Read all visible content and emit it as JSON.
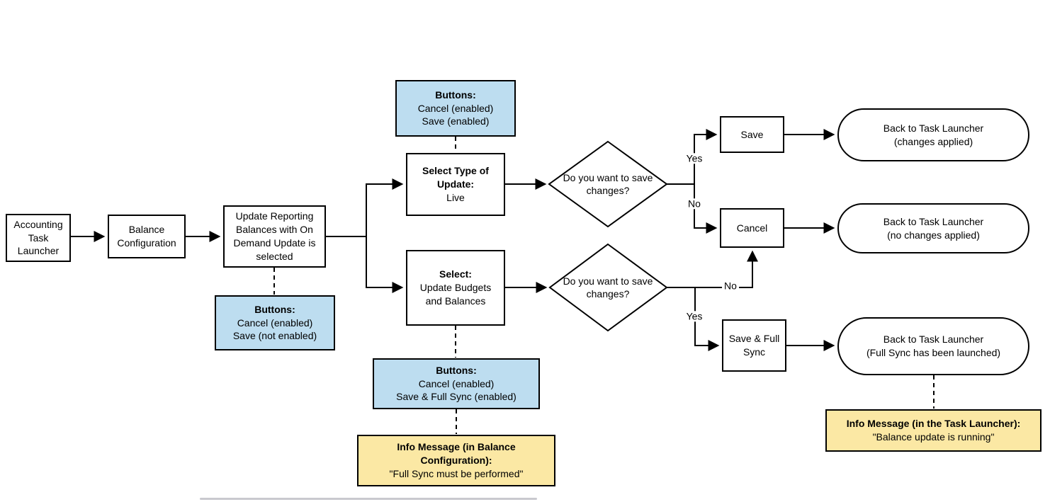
{
  "nodes": {
    "accounting": {
      "label": "Accounting Task Launcher"
    },
    "balance_config": {
      "label": "Balance Configuration"
    },
    "update_reporting": {
      "label": "Update Reporting Balances with On Demand Update is selected"
    },
    "note_buttons_save_disabled": {
      "title": "Buttons:",
      "lines": [
        "Cancel (enabled)",
        "Save (not enabled)"
      ]
    },
    "note_buttons_save_enabled": {
      "title": "Buttons:",
      "lines": [
        "Cancel (enabled)",
        "Save (enabled)"
      ]
    },
    "note_buttons_full_sync": {
      "title": "Buttons:",
      "lines": [
        "Cancel (enabled)",
        "Save & Full Sync (enabled)"
      ]
    },
    "select_type": {
      "title": "Select Type of Update:",
      "value": "Live"
    },
    "select_budgets": {
      "title": "Select:",
      "value": "Update Budgets and Balances"
    },
    "decision_live": {
      "label": "Do you want to save changes?"
    },
    "decision_budgets": {
      "label": "Do you want to save changes?"
    },
    "save_btn": {
      "label": "Save"
    },
    "cancel_btn": {
      "label": "Cancel"
    },
    "save_full_sync_btn": {
      "label": "Save & Full Sync"
    },
    "end_changes_applied": {
      "lines": [
        "Back to Task Launcher",
        "(changes applied)"
      ]
    },
    "end_no_changes": {
      "lines": [
        "Back to Task Launcher",
        "(no changes applied)"
      ]
    },
    "end_full_sync": {
      "lines": [
        "Back to Task Launcher",
        "(Full Sync has been launched)"
      ]
    },
    "info_balance": {
      "title": "Info Message (in Balance Configuration):",
      "message": "\"Full Sync must be performed\""
    },
    "info_launcher": {
      "title": "Info Message (in the Task Launcher):",
      "message": "\"Balance update is running\""
    }
  },
  "edge_labels": {
    "yes_save": "Yes",
    "no_cancel": "No",
    "no_to_cancel": "No",
    "yes_full_sync": "Yes"
  },
  "colors": {
    "note_blue": "#BDDDF0",
    "note_yellow": "#FBE8A4",
    "shape_border": "#000000",
    "line": "#000000",
    "canvas": "#FFFFFF",
    "divider": "#C9C9CF"
  }
}
